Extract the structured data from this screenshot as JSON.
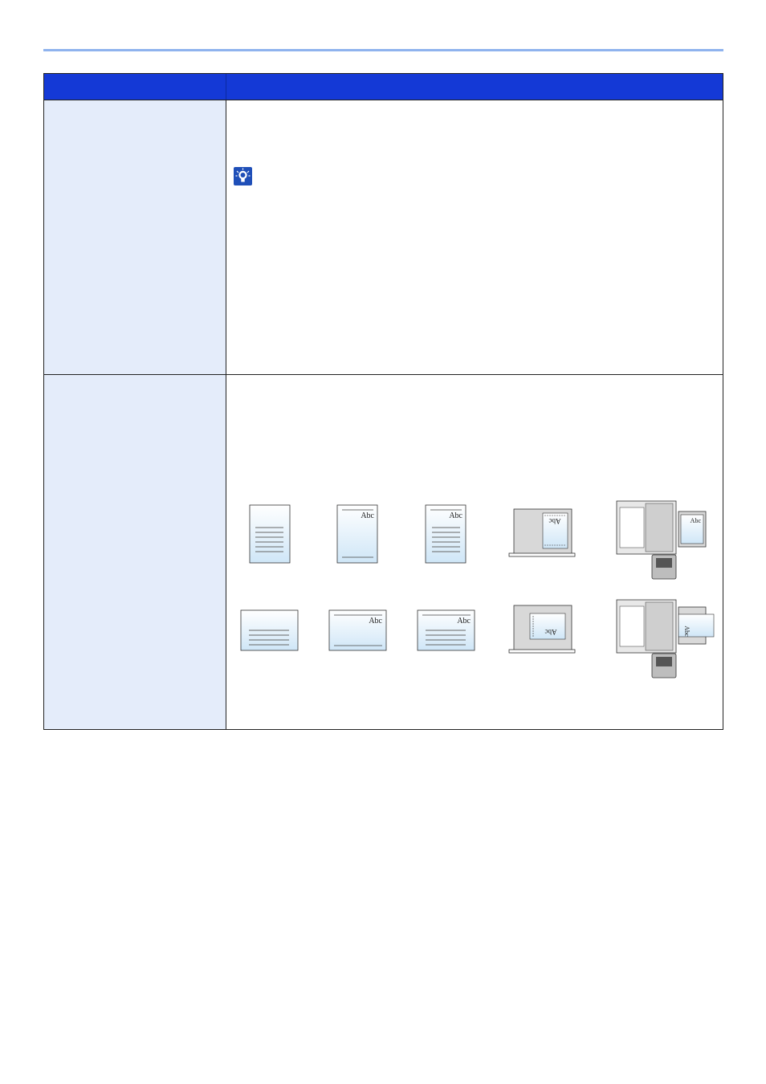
{
  "figure": {
    "portrait_label": "Abc",
    "landscape_label": "Abc",
    "glass_label_top": "Abc",
    "glass_label_bottom": "Abc",
    "adf_label_top": "Abc",
    "adf_label_bottom": "Abc"
  },
  "colors": {
    "header_bg": "#1439d6",
    "label_col_bg": "#e4ecfa",
    "top_rule": "#8fb3ee",
    "tip_icon": "#1f4fb8"
  },
  "icons": {
    "tip": "lightbulb-icon"
  }
}
